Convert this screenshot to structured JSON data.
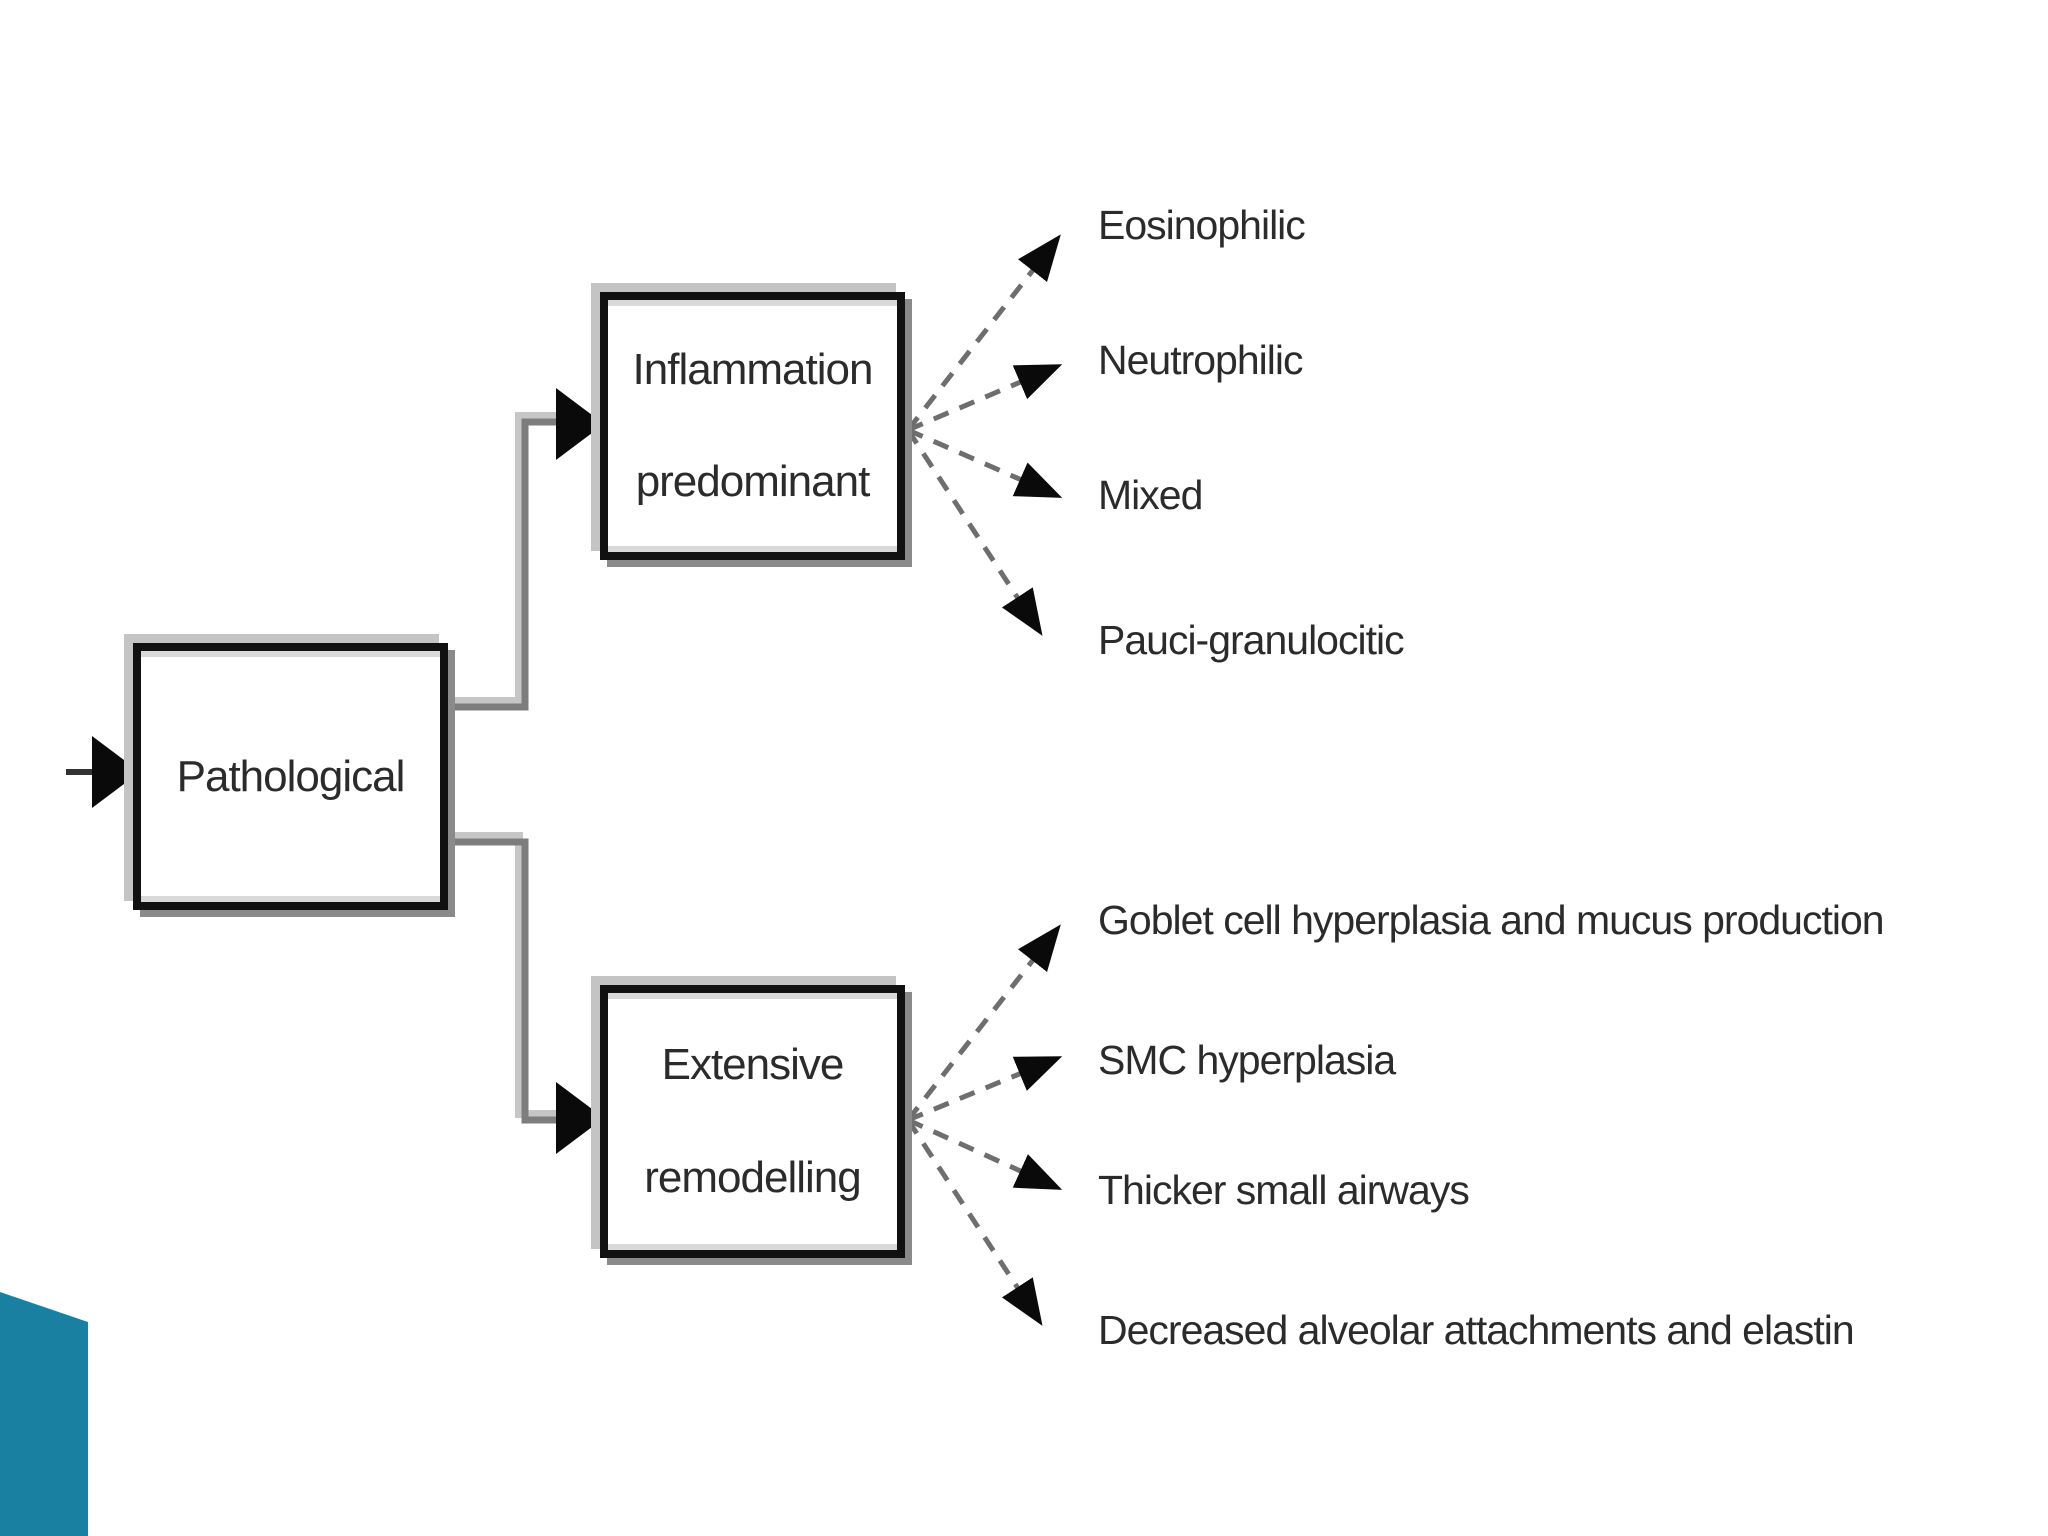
{
  "slide": {
    "background_color": "#ffffff",
    "corner_accent": {
      "color": "#1a80a1",
      "description": "teal triangle accent in bottom-left corner"
    }
  },
  "diagram": {
    "root": {
      "label": "Pathological"
    },
    "branches": [
      {
        "label": "Inflammation predominant",
        "items": [
          "Eosinophilic",
          "Neutrophilic",
          "Mixed",
          "Pauci-granulocitic"
        ]
      },
      {
        "label": "Extensive remodelling",
        "items": [
          "Goblet cell hyperplasia and mucus production",
          "SMC hyperplasia",
          "Thicker small airways",
          "Decreased alveolar attachments and elastin"
        ]
      }
    ],
    "colors": {
      "box_border": "#111111",
      "box_fill": "#ffffff",
      "text": "#2b2b2b",
      "connector": "#7d7d7d",
      "connector_highlight": "#c6c6c6",
      "dashed_line": "#6e6e6e",
      "arrowhead": "#0a0a0a"
    }
  }
}
